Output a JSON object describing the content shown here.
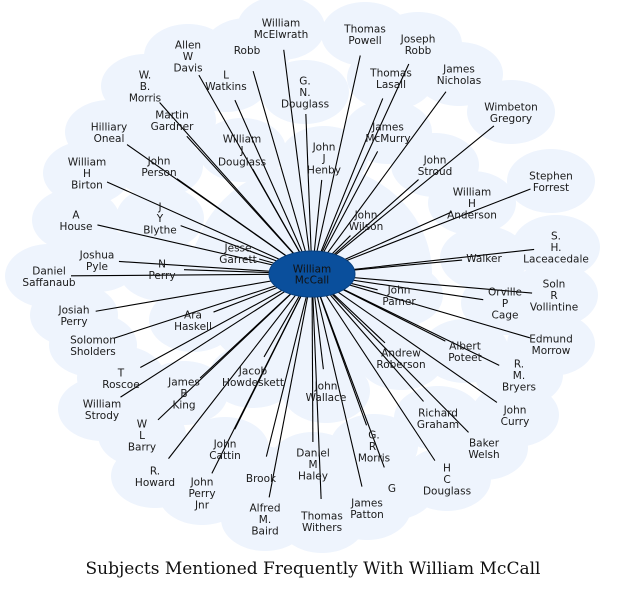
{
  "title": "Subjects Mentioned Frequently With William McCall",
  "colors": {
    "hub_fill": "#0a4f9c",
    "hub_stroke": "#084080",
    "halo": "#eef4fd",
    "edge": "#000000"
  },
  "center": {
    "id": "center",
    "label": "William McCall"
  },
  "nodes": [
    {
      "id": "n01",
      "label": "William McElwrath"
    },
    {
      "id": "n02",
      "label": "Thomas Powell"
    },
    {
      "id": "n03",
      "label": "Joseph Robb"
    },
    {
      "id": "n04",
      "label": "Allen W Davis"
    },
    {
      "id": "n05",
      "label": "Robb"
    },
    {
      "id": "n06",
      "label": "W. B. Morris"
    },
    {
      "id": "n07",
      "label": "L Watkins"
    },
    {
      "id": "n08",
      "label": "G. N. Douglass"
    },
    {
      "id": "n09",
      "label": "Thomas Lasall"
    },
    {
      "id": "n10",
      "label": "James Nicholas"
    },
    {
      "id": "n11",
      "label": "Martin Gardner"
    },
    {
      "id": "n12",
      "label": "Hilliary Oneal"
    },
    {
      "id": "n13",
      "label": "William J Douglass"
    },
    {
      "id": "n14",
      "label": "James McMurry"
    },
    {
      "id": "n15",
      "label": "Wimbeton Gregory"
    },
    {
      "id": "n16",
      "label": "John J Henby"
    },
    {
      "id": "n17",
      "label": "John Stroud"
    },
    {
      "id": "n18",
      "label": "William H Birton"
    },
    {
      "id": "n19",
      "label": "John Person"
    },
    {
      "id": "n20",
      "label": "Stephen Forrest"
    },
    {
      "id": "n21",
      "label": "William H Anderson"
    },
    {
      "id": "n22",
      "label": "A House"
    },
    {
      "id": "n23",
      "label": "J Y Blythe"
    },
    {
      "id": "n24",
      "label": "John Wilson"
    },
    {
      "id": "n25",
      "label": "S. H. Laceacedale"
    },
    {
      "id": "n26",
      "label": "Joshua Pyle"
    },
    {
      "id": "n27",
      "label": "Jesse Garrett"
    },
    {
      "id": "n28",
      "label": "Walker"
    },
    {
      "id": "n29",
      "label": "Daniel Saffanaub"
    },
    {
      "id": "n30",
      "label": "N Perry"
    },
    {
      "id": "n31",
      "label": "Soln R Vollintine"
    },
    {
      "id": "n32",
      "label": "John Pamer"
    },
    {
      "id": "n33",
      "label": "Orville P Cage"
    },
    {
      "id": "n34",
      "label": "Josiah Perry"
    },
    {
      "id": "n35",
      "label": "Ara Haskell"
    },
    {
      "id": "n36",
      "label": "Edmund Morrow"
    },
    {
      "id": "n37",
      "label": "Solomon Sholders"
    },
    {
      "id": "n38",
      "label": "Albert Poteet"
    },
    {
      "id": "n39",
      "label": "T Roscoe"
    },
    {
      "id": "n40",
      "label": "Jacob Howdeskett"
    },
    {
      "id": "n41",
      "label": "Andrew Roberson"
    },
    {
      "id": "n42",
      "label": "R. M. Bryers"
    },
    {
      "id": "n43",
      "label": "James B King"
    },
    {
      "id": "n44",
      "label": "John Wallace"
    },
    {
      "id": "n45",
      "label": "William Strody"
    },
    {
      "id": "n46",
      "label": "Richard Graham"
    },
    {
      "id": "n47",
      "label": "John Curry"
    },
    {
      "id": "n48",
      "label": "W L Barry"
    },
    {
      "id": "n49",
      "label": "G. R. Morris"
    },
    {
      "id": "n50",
      "label": "John Cattin"
    },
    {
      "id": "n51",
      "label": "Baker Welsh"
    },
    {
      "id": "n52",
      "label": "Daniel M Haley"
    },
    {
      "id": "n53",
      "label": "R. Howard"
    },
    {
      "id": "n54",
      "label": "H C Douglass"
    },
    {
      "id": "n55",
      "label": "Brook"
    },
    {
      "id": "n56",
      "label": "John Perry Jnr"
    },
    {
      "id": "n57",
      "label": "G"
    },
    {
      "id": "n58",
      "label": "James Patton"
    },
    {
      "id": "n59",
      "label": "Alfred M. Baird"
    },
    {
      "id": "n60",
      "label": "Thomas Withers"
    }
  ]
}
